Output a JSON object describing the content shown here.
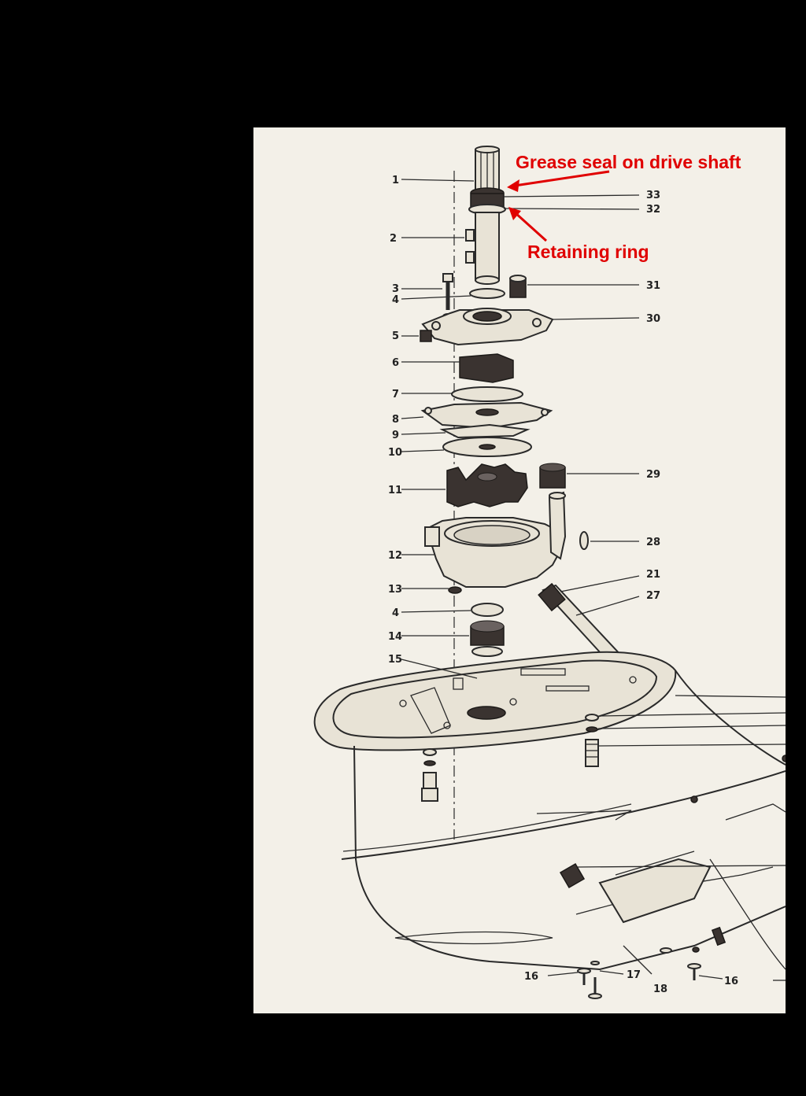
{
  "annotations": {
    "grease_seal": "Grease seal on drive shaft",
    "retaining_ring": "Retaining ring",
    "color": "#e00000"
  },
  "callouts": {
    "c1": "1",
    "c2": "2",
    "c3": "3",
    "c4a": "4",
    "c5": "5",
    "c6": "6",
    "c7": "7",
    "c8": "8",
    "c9": "9",
    "c10": "10",
    "c11": "11",
    "c12": "12",
    "c13": "13",
    "c4b": "4",
    "c14": "14",
    "c15": "15",
    "c33": "33",
    "c32": "32",
    "c31": "31",
    "c30": "30",
    "c29": "29",
    "c28": "28",
    "c21": "21",
    "c27": "27",
    "c16a": "16",
    "c17": "17",
    "c18": "18",
    "c16b": "16"
  }
}
